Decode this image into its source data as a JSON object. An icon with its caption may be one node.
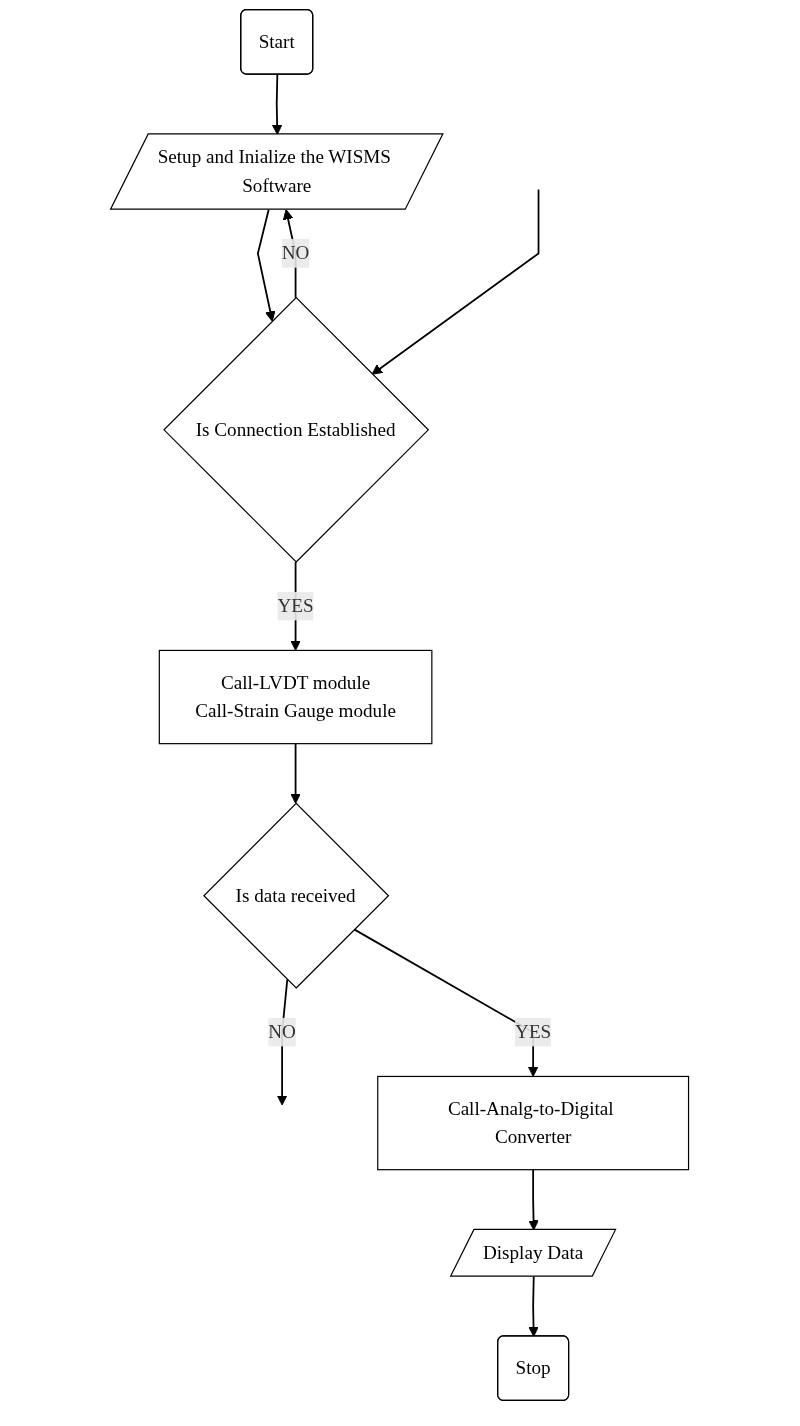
{
  "diagram": {
    "nodes": [
      {
        "text": [
          "Start"
        ]
      },
      {
        "text": [
          "Setup and Inialize the WISMS Software"
        ]
      },
      {
        "text": [
          "Is Connection Established"
        ]
      },
      {
        "text": [
          "Call-LVDT module",
          "Call-Strain Gauge module"
        ]
      },
      {
        "text": [
          "Is data received"
        ]
      },
      {
        "text": [
          "Call-Analg-to-Digital Converter"
        ]
      },
      {
        "text": [
          "Display Data"
        ]
      },
      {
        "text": [
          "Stop"
        ]
      }
    ],
    "edges": [
      {
        "from": 0,
        "to": 1,
        "arrow": "to"
      },
      {
        "from": 1,
        "to": 2,
        "arrow": "to"
      },
      {
        "from": 2,
        "to": 1,
        "arrow": "to",
        "label": "NO"
      },
      {
        "from": 2,
        "to": 3,
        "arrow": "to",
        "label": "YES"
      },
      {
        "from": null,
        "to": 2,
        "arrow": "to"
      },
      {
        "from": 3,
        "to": 4,
        "arrow": "to"
      },
      {
        "from": 4,
        "to": null,
        "arrow": "to",
        "label": "NO"
      },
      {
        "from": 4,
        "to": 5,
        "arrow": "to",
        "label": "YES"
      },
      {
        "from": 5,
        "to": 6,
        "arrow": "to"
      },
      {
        "from": 6,
        "to": 7,
        "arrow": "to"
      }
    ]
  }
}
